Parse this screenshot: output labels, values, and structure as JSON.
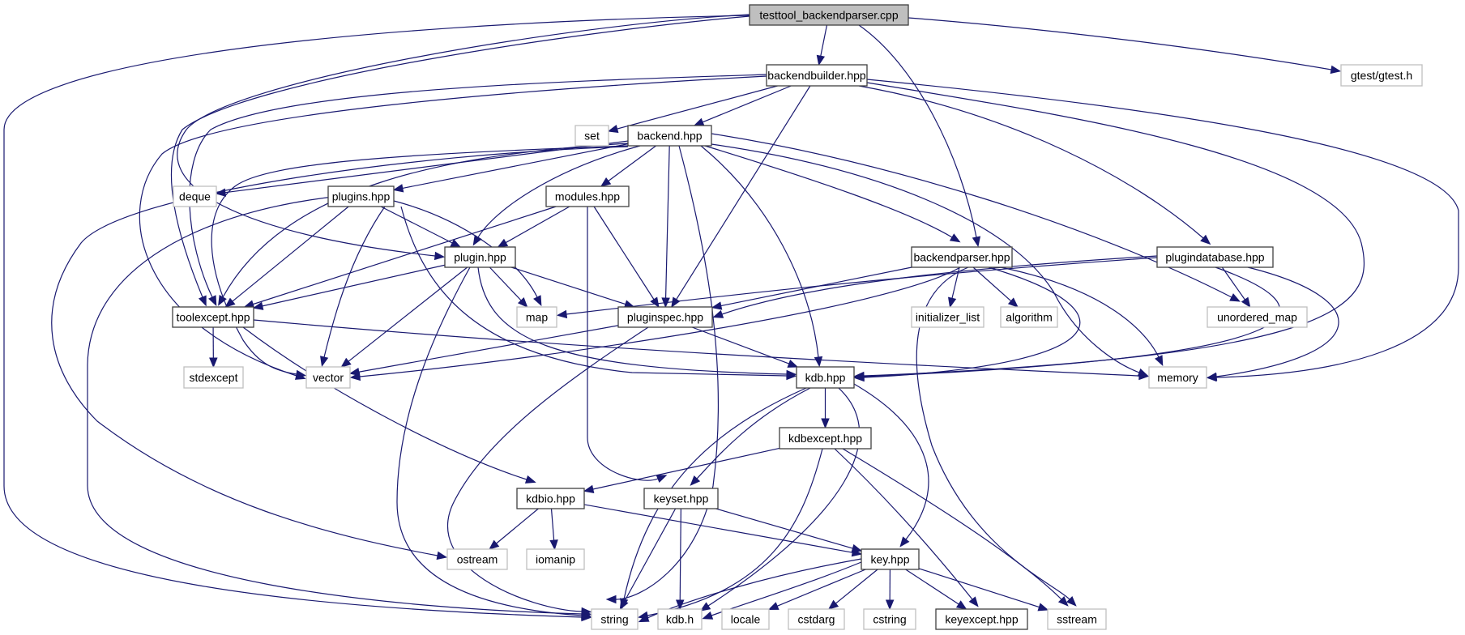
{
  "title": "testtool_backendparser.cpp include dependency graph",
  "colors": {
    "edge": "#191970",
    "root_fill": "#bfbfbf",
    "local_border": "#404040",
    "system_border": "#bfbfbf"
  },
  "nodes": [
    {
      "id": "testtool",
      "label": "testtool_backendparser.cpp",
      "kind": "root"
    },
    {
      "id": "backendbuilder",
      "label": "backendbuilder.hpp",
      "kind": "local"
    },
    {
      "id": "gtest",
      "label": "gtest/gtest.h",
      "kind": "system"
    },
    {
      "id": "set",
      "label": "set",
      "kind": "system"
    },
    {
      "id": "backend",
      "label": "backend.hpp",
      "kind": "local"
    },
    {
      "id": "deque",
      "label": "deque",
      "kind": "system"
    },
    {
      "id": "plugins",
      "label": "plugins.hpp",
      "kind": "local"
    },
    {
      "id": "modules",
      "label": "modules.hpp",
      "kind": "local"
    },
    {
      "id": "plugin",
      "label": "plugin.hpp",
      "kind": "local"
    },
    {
      "id": "backendparser",
      "label": "backendparser.hpp",
      "kind": "local"
    },
    {
      "id": "plugindatabase",
      "label": "plugindatabase.hpp",
      "kind": "local"
    },
    {
      "id": "toolexcept",
      "label": "toolexcept.hpp",
      "kind": "local"
    },
    {
      "id": "map",
      "label": "map",
      "kind": "system"
    },
    {
      "id": "pluginspec",
      "label": "pluginspec.hpp",
      "kind": "local"
    },
    {
      "id": "initializer_list",
      "label": "initializer_list",
      "kind": "system"
    },
    {
      "id": "algorithm",
      "label": "algorithm",
      "kind": "system"
    },
    {
      "id": "unordered_map",
      "label": "unordered_map",
      "kind": "system"
    },
    {
      "id": "stdexcept",
      "label": "stdexcept",
      "kind": "system"
    },
    {
      "id": "vector",
      "label": "vector",
      "kind": "system"
    },
    {
      "id": "kdb",
      "label": "kdb.hpp",
      "kind": "local"
    },
    {
      "id": "memory",
      "label": "memory",
      "kind": "system"
    },
    {
      "id": "kdbexcept",
      "label": "kdbexcept.hpp",
      "kind": "local"
    },
    {
      "id": "kdbio",
      "label": "kdbio.hpp",
      "kind": "local"
    },
    {
      "id": "keyset",
      "label": "keyset.hpp",
      "kind": "local"
    },
    {
      "id": "ostream",
      "label": "ostream",
      "kind": "system"
    },
    {
      "id": "iomanip",
      "label": "iomanip",
      "kind": "system"
    },
    {
      "id": "key",
      "label": "key.hpp",
      "kind": "local"
    },
    {
      "id": "string",
      "label": "string",
      "kind": "system"
    },
    {
      "id": "kdbh",
      "label": "kdb.h",
      "kind": "system"
    },
    {
      "id": "locale",
      "label": "locale",
      "kind": "system"
    },
    {
      "id": "cstdarg",
      "label": "cstdarg",
      "kind": "system"
    },
    {
      "id": "cstring",
      "label": "cstring",
      "kind": "system"
    },
    {
      "id": "keyexcept",
      "label": "keyexcept.hpp",
      "kind": "local"
    },
    {
      "id": "sstream",
      "label": "sstream",
      "kind": "system"
    }
  ],
  "edges": [
    {
      "from": "testtool",
      "to": "backendbuilder"
    },
    {
      "from": "testtool",
      "to": "gtest"
    },
    {
      "from": "testtool",
      "to": "backendparser"
    },
    {
      "from": "testtool",
      "to": "plugin"
    },
    {
      "from": "testtool",
      "to": "toolexcept"
    },
    {
      "from": "testtool",
      "to": "string"
    },
    {
      "from": "backendbuilder",
      "to": "set"
    },
    {
      "from": "backendbuilder",
      "to": "backend"
    },
    {
      "from": "backendbuilder",
      "to": "pluginspec"
    },
    {
      "from": "backendbuilder",
      "to": "plugindatabase"
    },
    {
      "from": "backendbuilder",
      "to": "memory"
    },
    {
      "from": "backendbuilder",
      "to": "kdb"
    },
    {
      "from": "backendbuilder",
      "to": "toolexcept"
    },
    {
      "from": "backendbuilder",
      "to": "vector"
    },
    {
      "from": "backend",
      "to": "deque"
    },
    {
      "from": "backend",
      "to": "plugins"
    },
    {
      "from": "backend",
      "to": "modules"
    },
    {
      "from": "backend",
      "to": "plugin"
    },
    {
      "from": "backend",
      "to": "pluginspec"
    },
    {
      "from": "backend",
      "to": "string"
    },
    {
      "from": "backend",
      "to": "kdb"
    },
    {
      "from": "backend",
      "to": "backendparser"
    },
    {
      "from": "backend",
      "to": "unordered_map"
    },
    {
      "from": "backend",
      "to": "memory"
    },
    {
      "from": "backend",
      "to": "toolexcept"
    },
    {
      "from": "backend",
      "to": "vector"
    },
    {
      "from": "backend",
      "to": "ostream"
    },
    {
      "from": "plugins",
      "to": "plugin"
    },
    {
      "from": "plugins",
      "to": "toolexcept"
    },
    {
      "from": "plugins",
      "to": "map"
    },
    {
      "from": "plugins",
      "to": "vector"
    },
    {
      "from": "plugins",
      "to": "kdb"
    },
    {
      "from": "plugins",
      "to": "string"
    },
    {
      "from": "modules",
      "to": "plugin"
    },
    {
      "from": "modules",
      "to": "toolexcept"
    },
    {
      "from": "modules",
      "to": "pluginspec"
    },
    {
      "from": "modules",
      "to": "keyset"
    },
    {
      "from": "plugin",
      "to": "toolexcept"
    },
    {
      "from": "plugin",
      "to": "map"
    },
    {
      "from": "plugin",
      "to": "pluginspec"
    },
    {
      "from": "plugin",
      "to": "vector"
    },
    {
      "from": "plugin",
      "to": "kdb"
    },
    {
      "from": "plugin",
      "to": "string"
    },
    {
      "from": "backendparser",
      "to": "pluginspec"
    },
    {
      "from": "backendparser",
      "to": "initializer_list"
    },
    {
      "from": "backendparser",
      "to": "algorithm"
    },
    {
      "from": "backendparser",
      "to": "memory"
    },
    {
      "from": "backendparser",
      "to": "kdb"
    },
    {
      "from": "backendparser",
      "to": "vector"
    },
    {
      "from": "backendparser",
      "to": "sstream"
    },
    {
      "from": "plugindatabase",
      "to": "pluginspec"
    },
    {
      "from": "plugindatabase",
      "to": "map"
    },
    {
      "from": "plugindatabase",
      "to": "unordered_map"
    },
    {
      "from": "plugindatabase",
      "to": "memory"
    },
    {
      "from": "plugindatabase",
      "to": "kdb"
    },
    {
      "from": "toolexcept",
      "to": "stdexcept"
    },
    {
      "from": "toolexcept",
      "to": "memory"
    },
    {
      "from": "toolexcept",
      "to": "kdbio"
    },
    {
      "from": "pluginspec",
      "to": "vector"
    },
    {
      "from": "pluginspec",
      "to": "kdb"
    },
    {
      "from": "pluginspec",
      "to": "string"
    },
    {
      "from": "kdb",
      "to": "kdbexcept"
    },
    {
      "from": "kdb",
      "to": "keyset"
    },
    {
      "from": "kdb",
      "to": "key"
    },
    {
      "from": "kdb",
      "to": "string"
    },
    {
      "from": "kdb",
      "to": "kdbh"
    },
    {
      "from": "kdbexcept",
      "to": "kdbio"
    },
    {
      "from": "kdbexcept",
      "to": "string"
    },
    {
      "from": "kdbexcept",
      "to": "keyexcept"
    },
    {
      "from": "kdbexcept",
      "to": "sstream"
    },
    {
      "from": "kdbio",
      "to": "ostream"
    },
    {
      "from": "kdbio",
      "to": "iomanip"
    },
    {
      "from": "kdbio",
      "to": "key"
    },
    {
      "from": "keyset",
      "to": "key"
    },
    {
      "from": "keyset",
      "to": "string"
    },
    {
      "from": "keyset",
      "to": "kdbh"
    },
    {
      "from": "key",
      "to": "string"
    },
    {
      "from": "key",
      "to": "kdbh"
    },
    {
      "from": "key",
      "to": "locale"
    },
    {
      "from": "key",
      "to": "cstdarg"
    },
    {
      "from": "key",
      "to": "cstring"
    },
    {
      "from": "key",
      "to": "keyexcept"
    },
    {
      "from": "key",
      "to": "sstream"
    }
  ]
}
